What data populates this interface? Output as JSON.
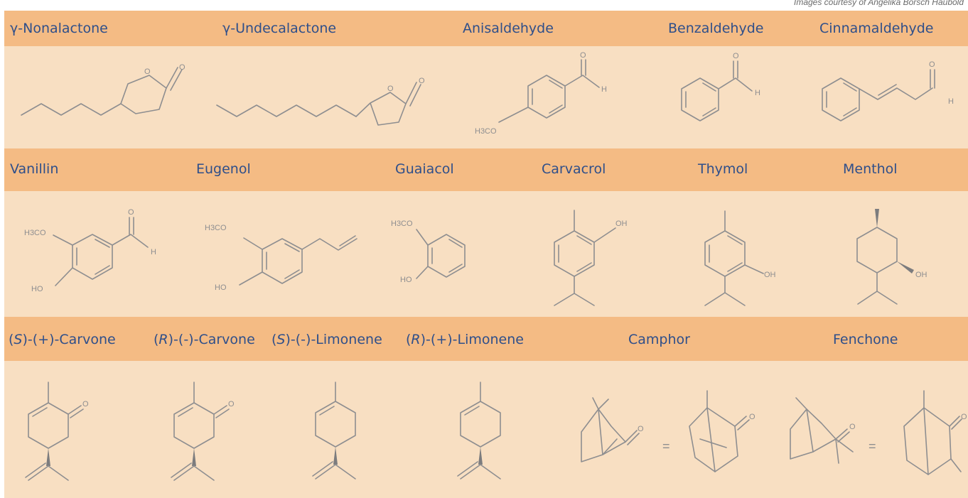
{
  "credit": "Images courtesy of Angelika Borsch Haubold",
  "rows": [
    {
      "compounds": [
        {
          "name": "γ-Nonalactone"
        },
        {
          "name": "γ-Undecalactone"
        },
        {
          "name": "Anisaldehyde"
        },
        {
          "name": "Benzaldehyde"
        },
        {
          "name": "Cinnamaldehyde"
        }
      ]
    },
    {
      "compounds": [
        {
          "name": "Vanillin"
        },
        {
          "name": "Eugenol"
        },
        {
          "name": "Guaiacol"
        },
        {
          "name": "Carvacrol"
        },
        {
          "name": "Thymol"
        },
        {
          "name": "Menthol"
        }
      ]
    },
    {
      "compounds": [
        {
          "prefix": "S",
          "name": "-(+)-Carvone"
        },
        {
          "prefix": "R",
          "name": "-(-)-Carvone"
        },
        {
          "prefix": "S",
          "name": "-(-)-Limonene"
        },
        {
          "prefix": "R",
          "name": "-(+)-Limonene"
        },
        {
          "name": "Camphor"
        },
        {
          "name": "Fenchone"
        }
      ]
    }
  ],
  "atom_labels": {
    "o": "O",
    "h": "H",
    "h3co": "H3CO",
    "ho": "HO",
    "oh": "OH",
    "equals": "="
  },
  "colors": {
    "panel": "#f8dfc2",
    "header": "#f4bb84",
    "label_text": "#2f4f8a",
    "structure": "#8e8e90"
  }
}
